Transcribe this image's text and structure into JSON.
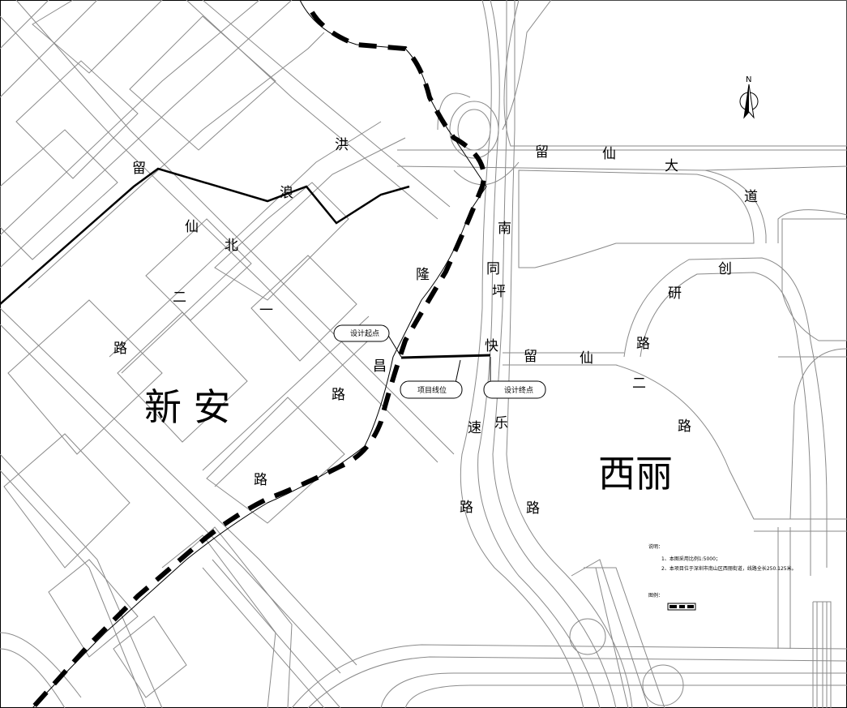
{
  "compass": {
    "label": "N"
  },
  "districts": {
    "xinan": "新 安",
    "xili": "西丽"
  },
  "roads": {
    "liuxian_avenue": [
      "留",
      "仙",
      "大",
      "道"
    ],
    "hongliang_north": [
      "洪",
      "浪",
      "北"
    ],
    "liuxian_2nd_west": [
      "留",
      "仙",
      "二"
    ],
    "longchang": [
      "隆",
      "昌",
      "路"
    ],
    "nantong_expressway": [
      "南",
      "同",
      "坪",
      "快",
      "速",
      "路"
    ],
    "liuxian_2nd_east": [
      "留",
      "仙",
      "二",
      "路"
    ],
    "chuangyan": [
      "创",
      "研",
      "路"
    ],
    "road_yi": "一",
    "road_lu_left": "路",
    "road_lu_lower": "路",
    "road_le": "乐",
    "road_lu_right": "路"
  },
  "callouts": {
    "start": "设计起点",
    "location": "项目线位",
    "end": "设计终点"
  },
  "notes": {
    "title": "说明：",
    "line1": "1、本图采用比例1:5000；",
    "line2": "2、本项目位于深圳市南山区西丽街道，线路全长250.125米。",
    "legend": "图例："
  },
  "colors": {
    "road_line": "#8a8a8a",
    "route": "#000000",
    "background": "#ffffff"
  }
}
